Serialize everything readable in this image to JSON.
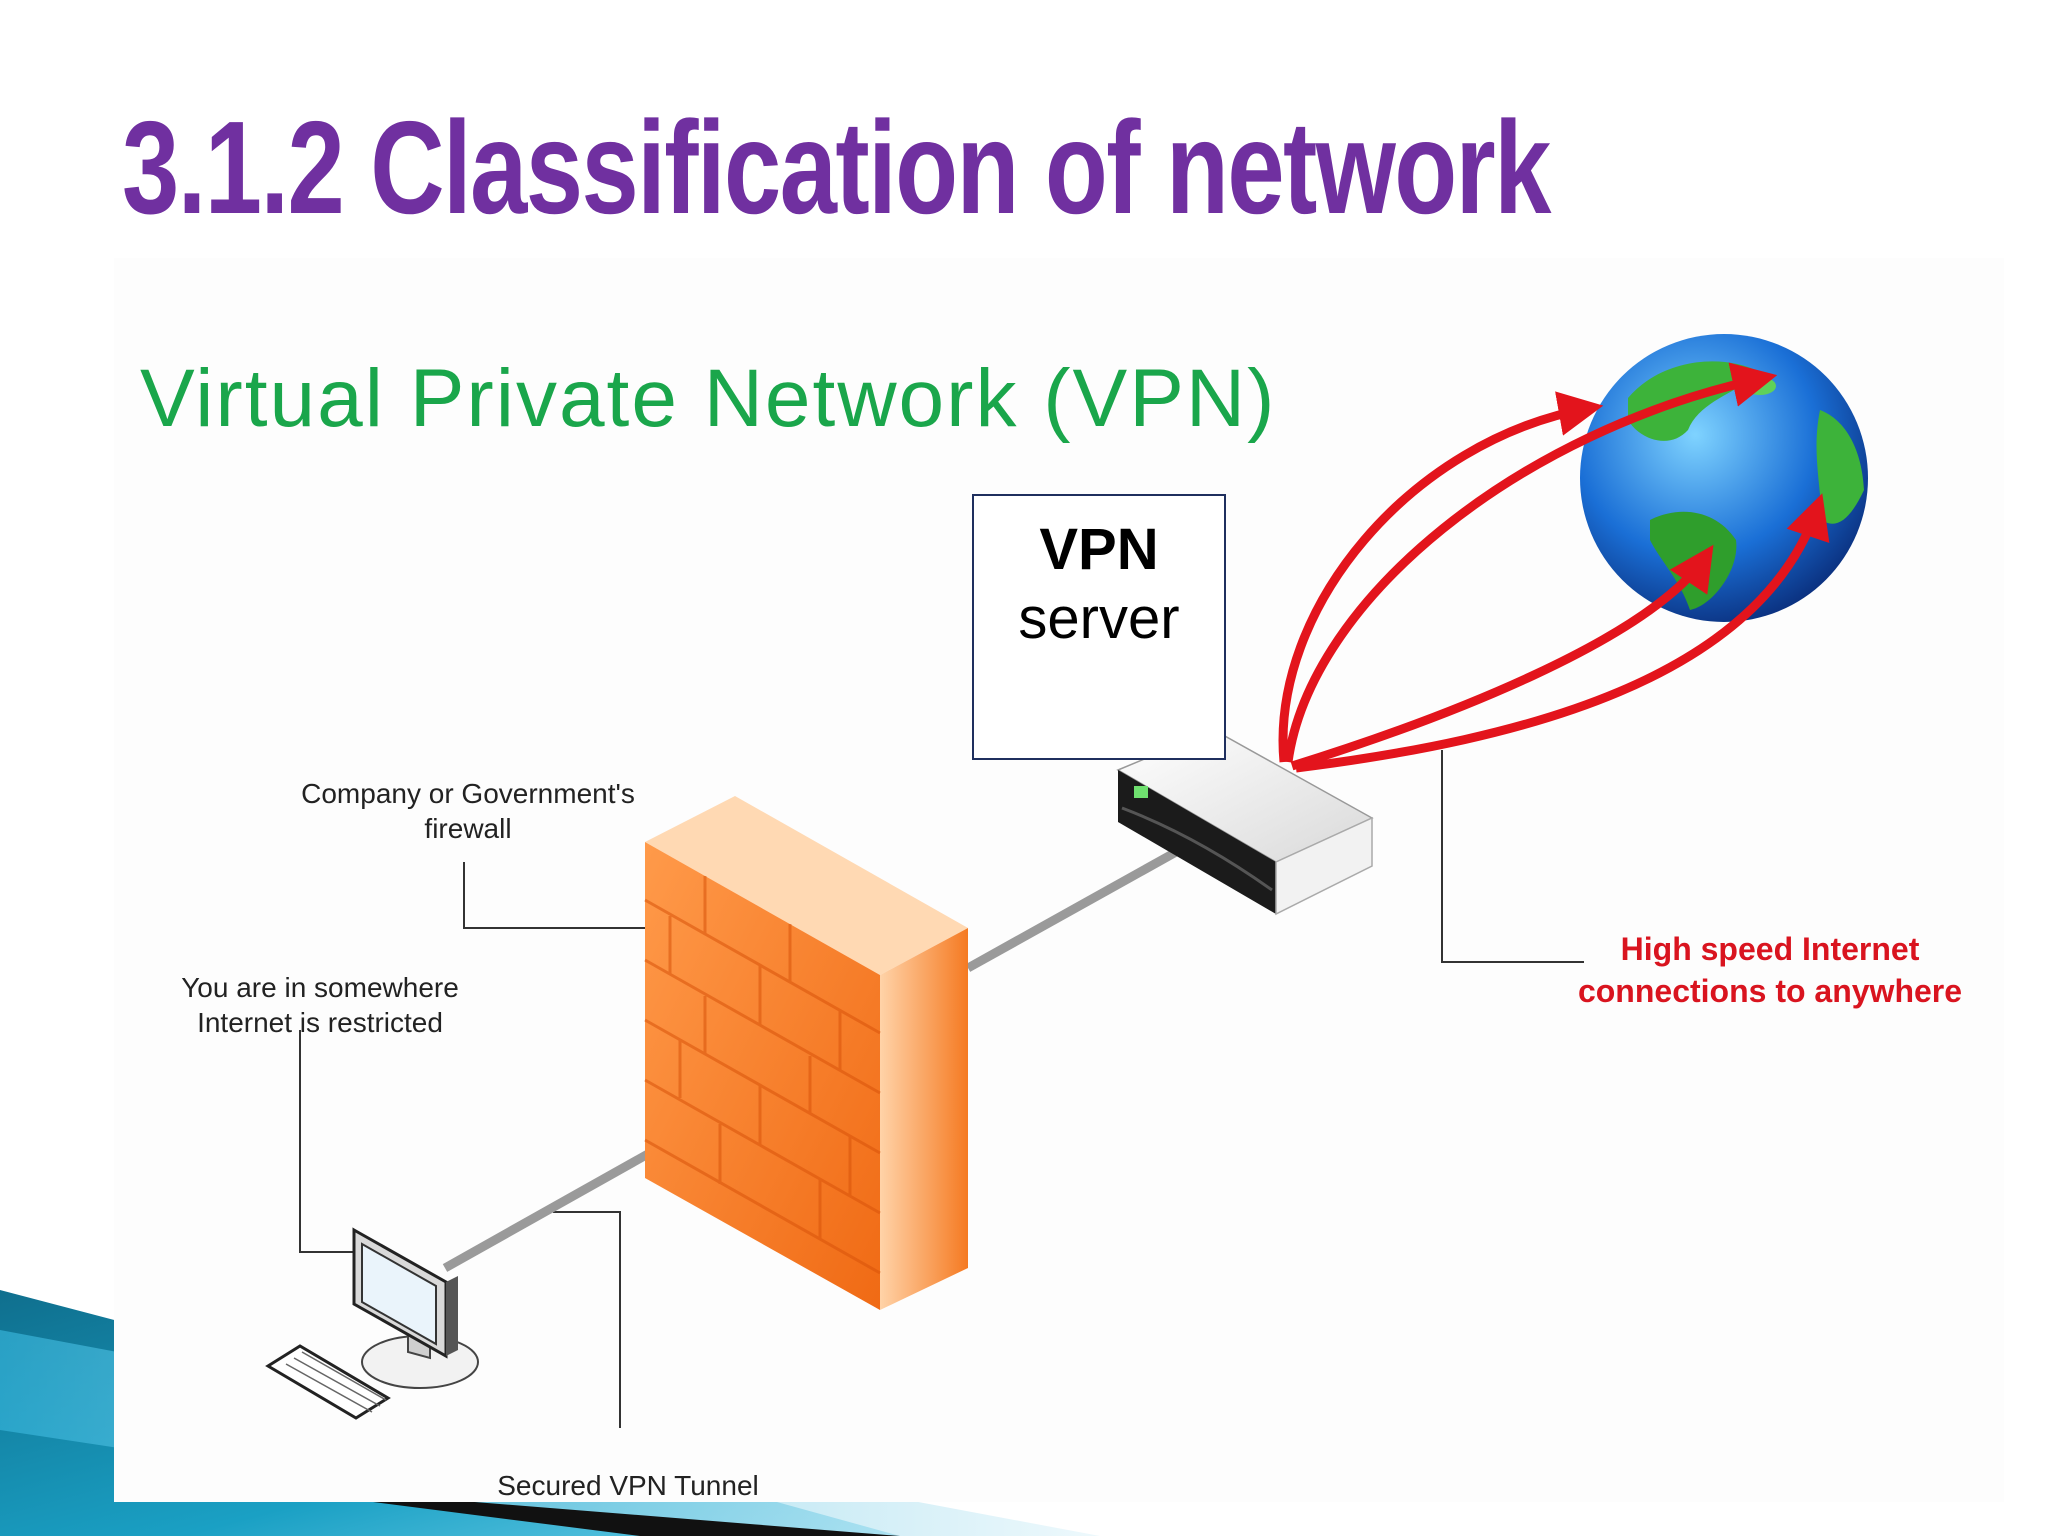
{
  "slide": {
    "title": "3.1.2 Classification of network",
    "title_color": "#7030a0"
  },
  "diagram": {
    "subtitle": "Virtual Private Network (VPN)",
    "subtitle_color": "#1aa64b",
    "vpn_box": {
      "line1": "VPN",
      "line2": "server"
    },
    "labels": {
      "firewall_1": "Company or Government's",
      "firewall_2": "firewall",
      "user_1": "You are in somewhere",
      "user_2": "Internet is restricted",
      "internet_1": "High speed Internet",
      "internet_2": "connections to anywhere",
      "tunnel": "Secured VPN Tunnel"
    },
    "icons": [
      "globe-icon",
      "server-icon",
      "firewall-icon",
      "computer-icon",
      "keyboard-icon"
    ],
    "accent_color": "#e3141c"
  }
}
